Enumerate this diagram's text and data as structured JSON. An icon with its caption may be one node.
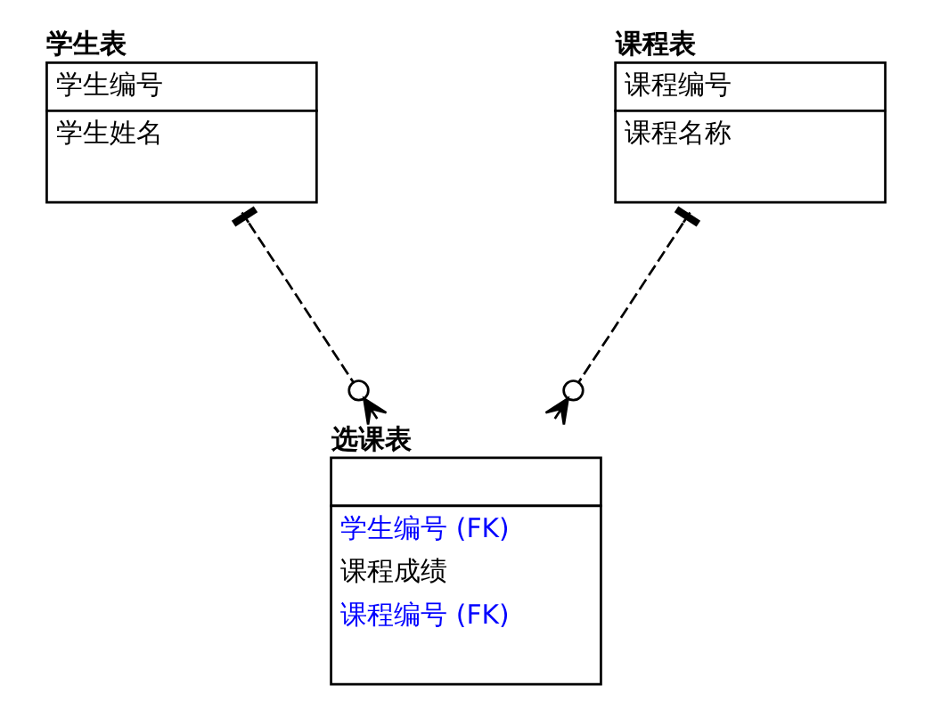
{
  "diagram": {
    "nodes": [
      {
        "text": [
          "学生表",
          "学生编号",
          "学生姓名"
        ]
      },
      {
        "text": [
          "课程表",
          "课程编号",
          "课程名称"
        ]
      },
      {
        "text": [
          "选课表",
          "学生编号 (FK)",
          "课程成绩",
          "课程编号 (FK)"
        ]
      }
    ],
    "edges": [
      {
        "from": 0,
        "to": 2,
        "arrow": "other",
        "style": "dashed"
      },
      {
        "from": 1,
        "to": 2,
        "arrow": "other",
        "style": "dashed"
      }
    ]
  }
}
